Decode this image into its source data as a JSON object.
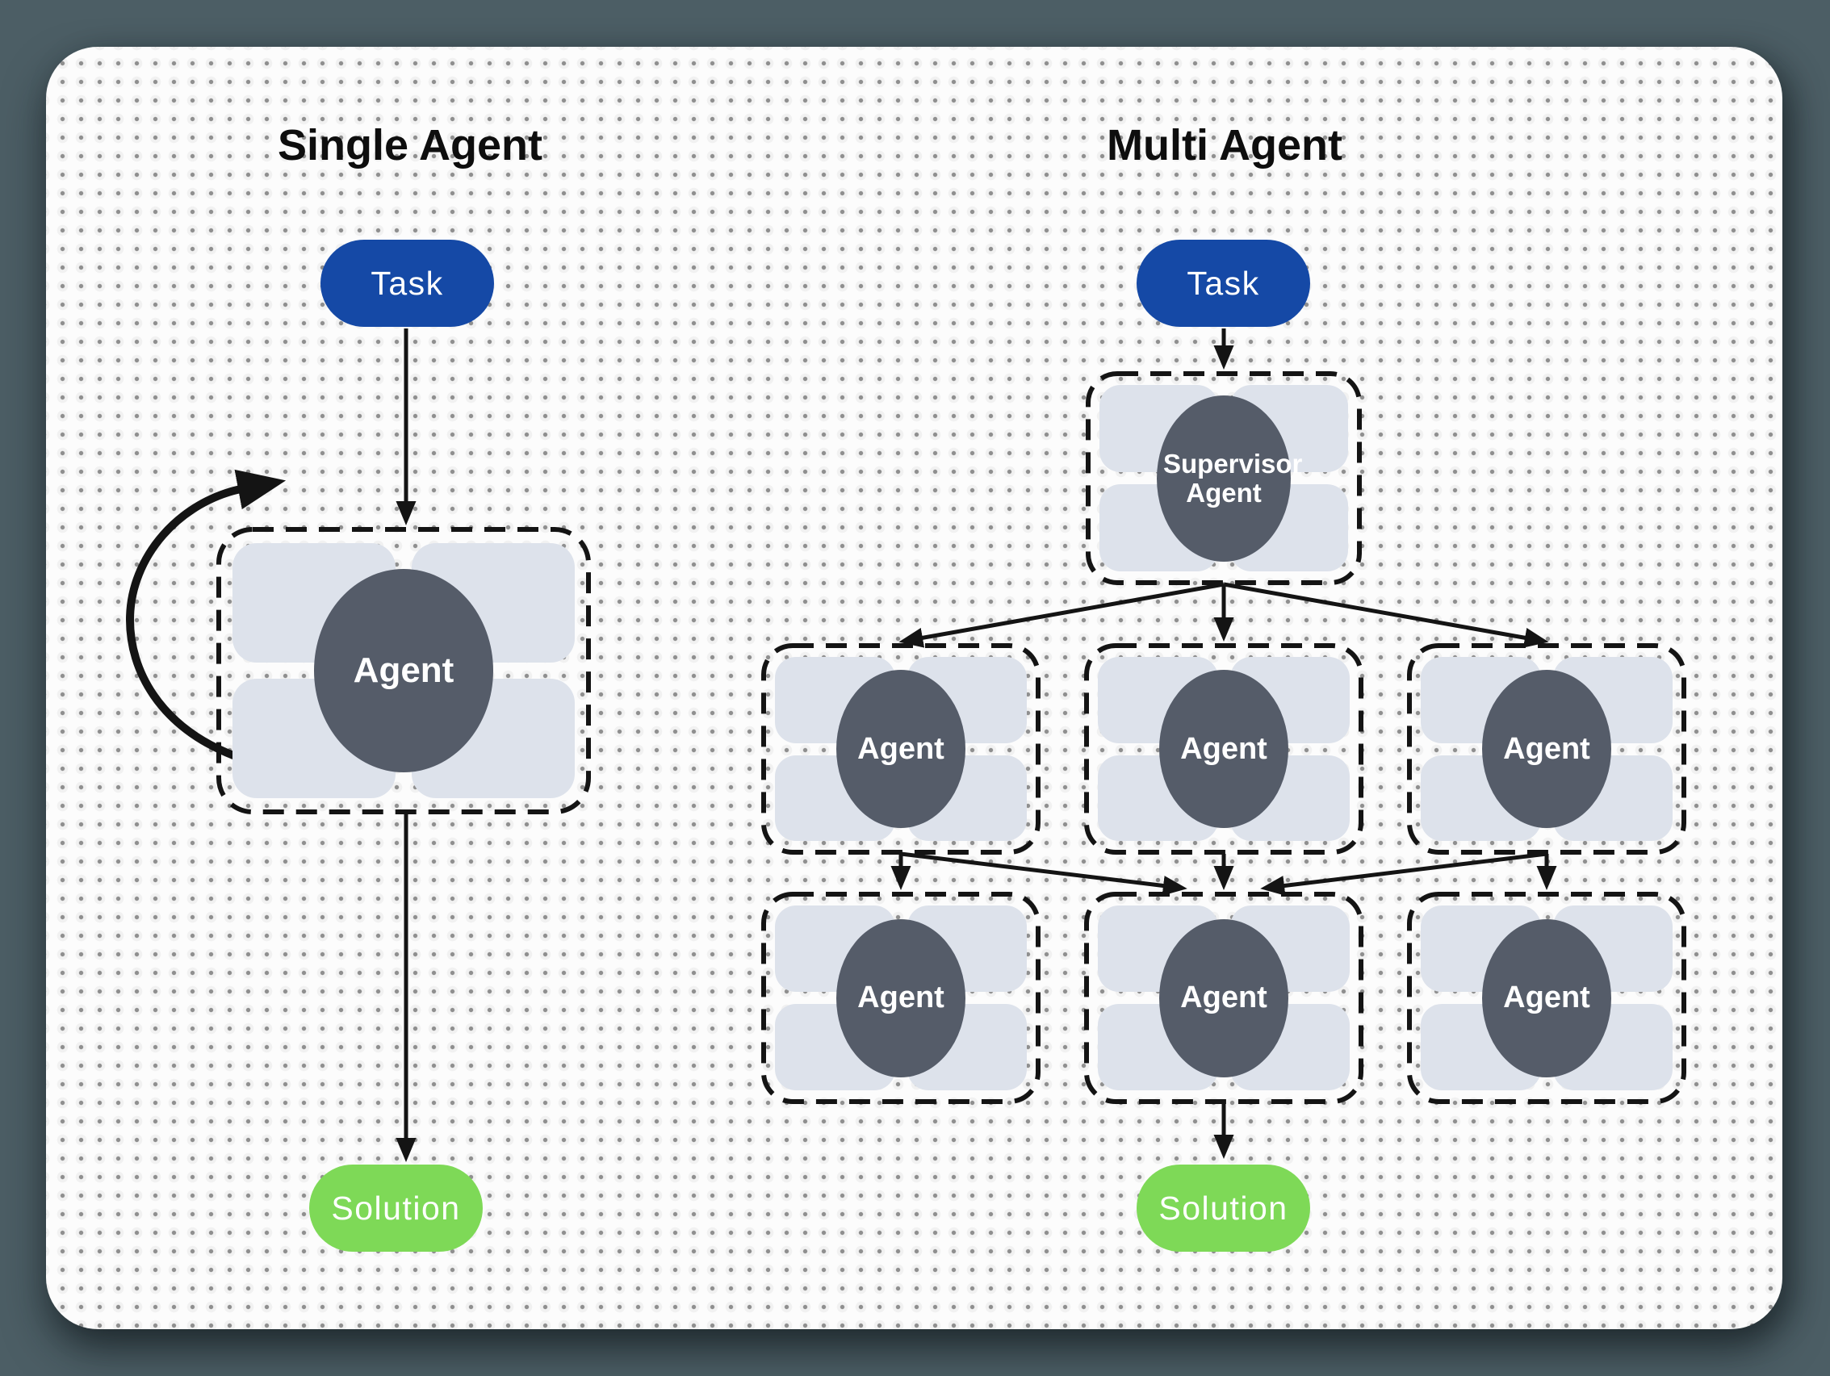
{
  "scene": {
    "left_panel": {
      "title": "Single Agent",
      "task_label": "Task",
      "agent_label": "Agent",
      "solution_label": "Solution"
    },
    "right_panel": {
      "title": "Multi Agent",
      "task_label": "Task",
      "supervisor_label": "Supervisor Agent",
      "worker_labels": [
        "Agent",
        "Agent",
        "Agent",
        "Agent",
        "Agent",
        "Agent"
      ],
      "solution_label": "Solution"
    }
  },
  "colors": {
    "page_bg": "#4c5e65",
    "card_bg": "#fcfcfc",
    "dot": "#8f8f8f",
    "task_blue": "#1549a6",
    "solution_green": "#7ed957",
    "agent_circle": "#555c69",
    "tool_chip": "#dde2eb",
    "arrow": "#141414",
    "title_text": "#0e0e0e",
    "pill_text": "#ffffff"
  }
}
